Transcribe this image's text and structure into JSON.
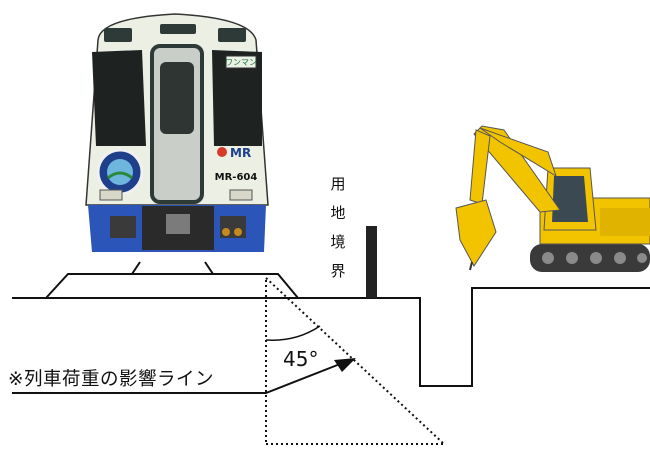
{
  "diagram": {
    "boundary_label": [
      "用",
      "地",
      "境",
      "界"
    ],
    "angle_label": "45°",
    "annotation": "※列車荷重の影響ライン",
    "train": {
      "destination_sign": "ワンマン",
      "car_number": "MR-604",
      "logo_text": "MR"
    },
    "colors": {
      "train_body": "#ecefe3",
      "train_skirt": "#2b55b8",
      "excavator": "#f2c400",
      "line": "#111111"
    }
  }
}
